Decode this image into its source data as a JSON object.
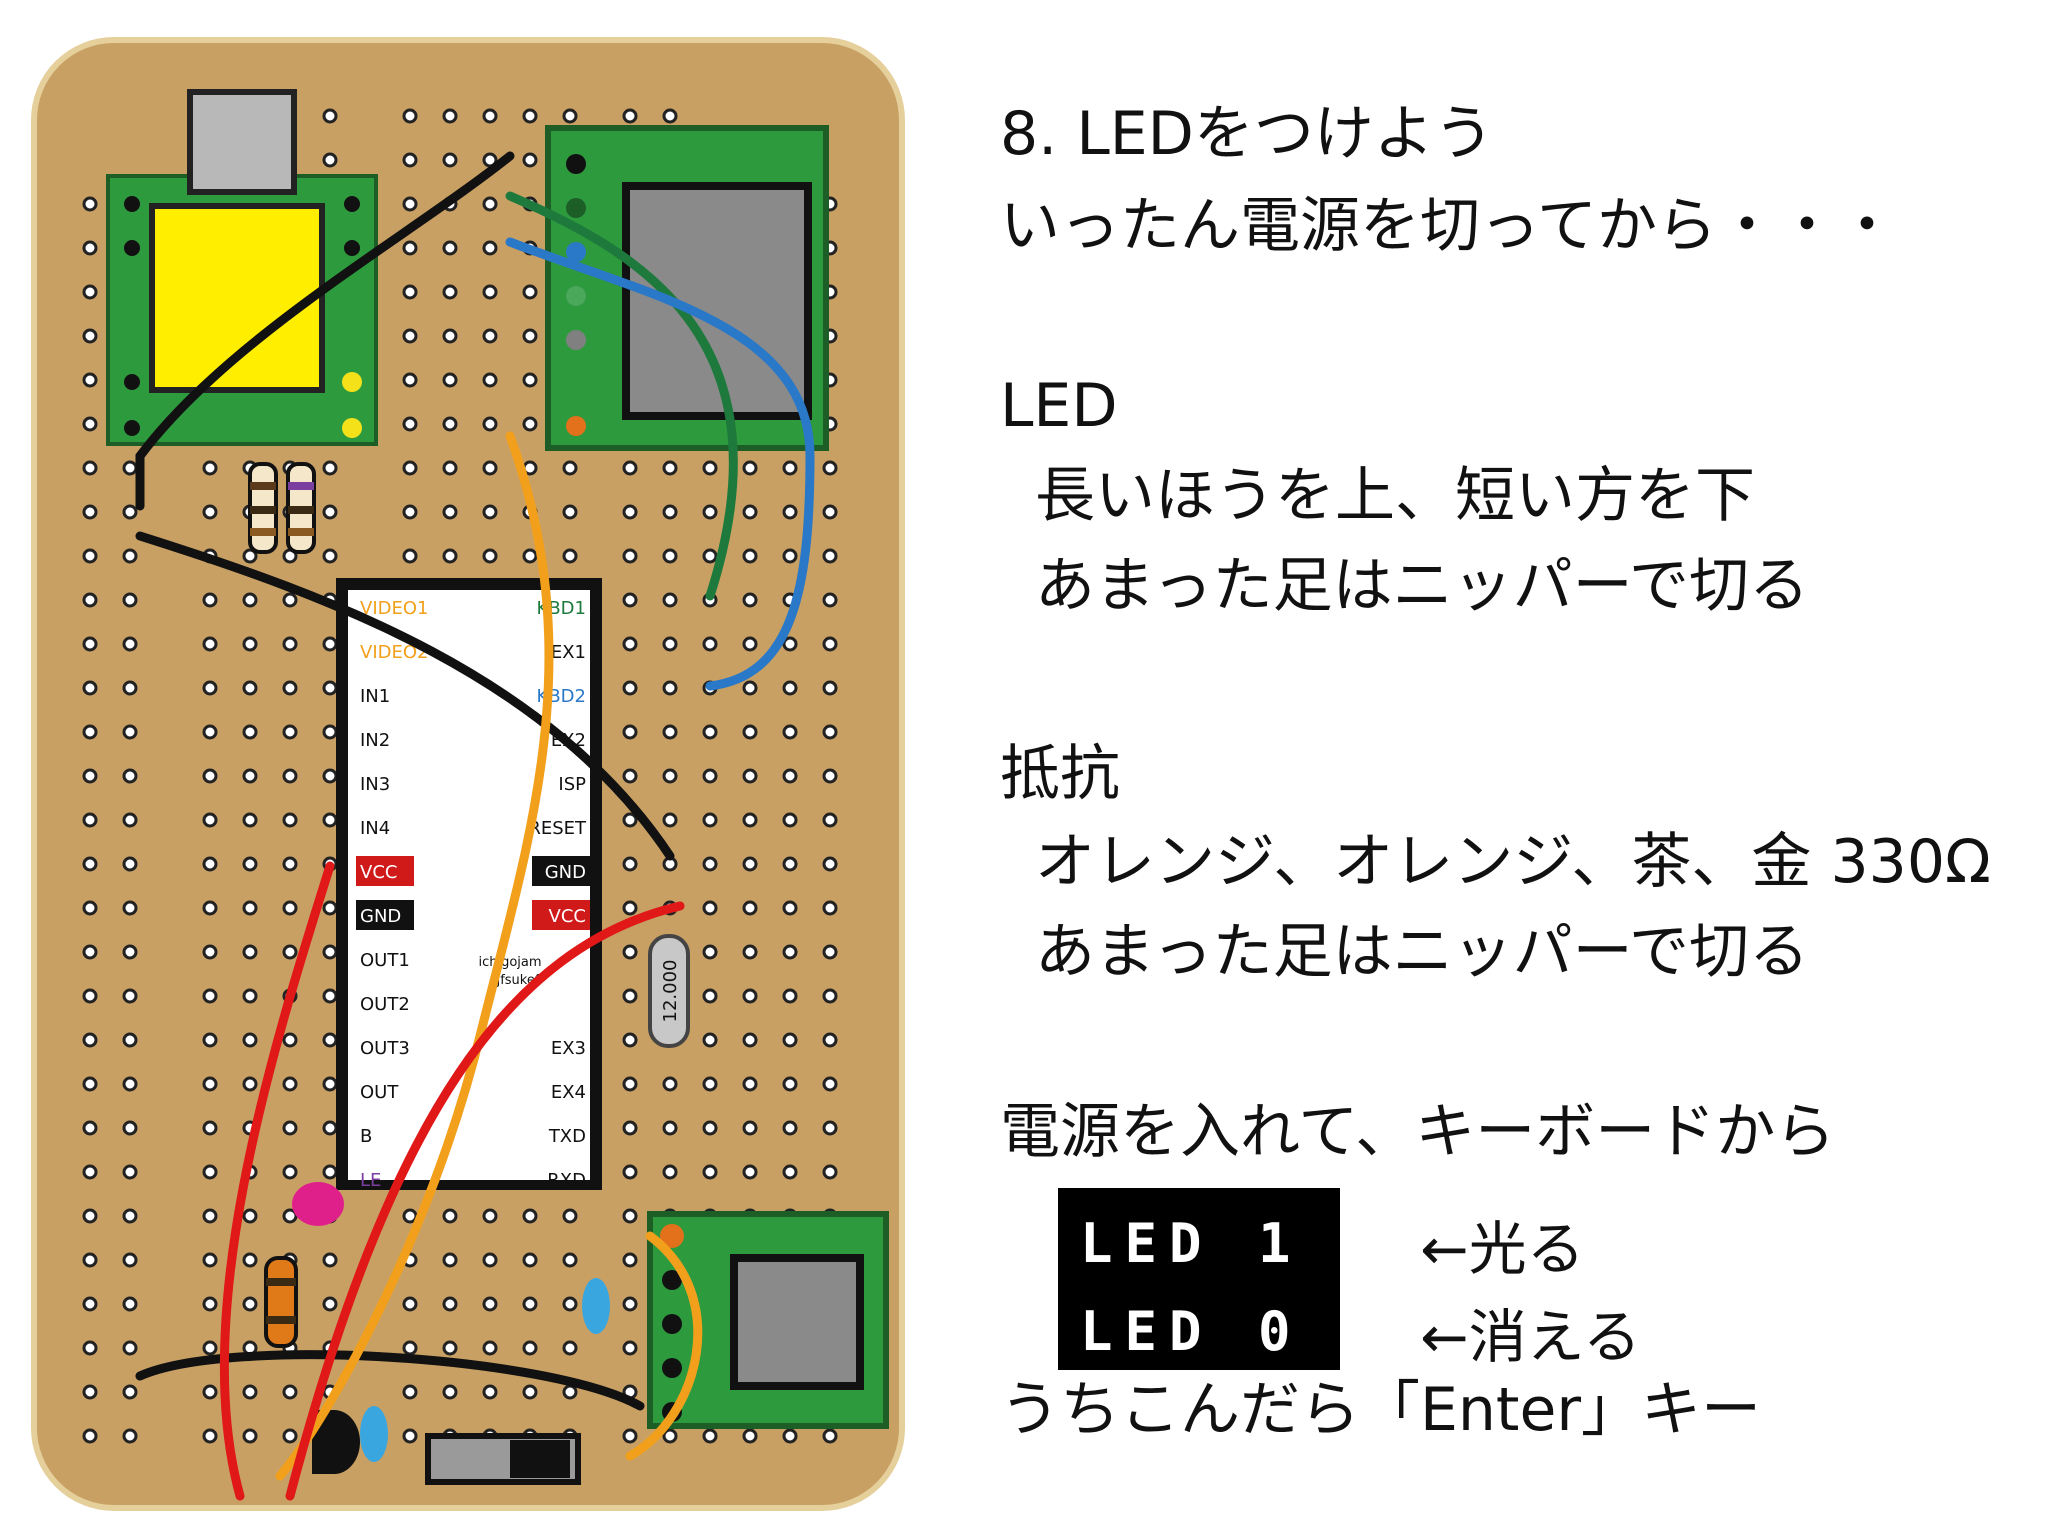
{
  "heading": "8. LEDをつけよう",
  "subheading": "いったん電源を切ってから・・・",
  "led_section": {
    "title": "LED",
    "line1": "長いほうを上、短い方を下",
    "line2": "あまった足はニッパーで切る"
  },
  "resistor_section": {
    "title": "抵抗",
    "line1": "オレンジ、オレンジ、茶、金 330Ω",
    "line2": "あまった足はニッパーで切る"
  },
  "keyboard_section": {
    "title": "電源を入れて、キーボードから",
    "lcd_line1": "LED 1",
    "lcd_line2": "LED 0",
    "note1": "←光る",
    "note2": "←消える",
    "footer": "うちこんだら「Enter」キー"
  },
  "board": {
    "ic_left_pins": [
      "VIDEO1",
      "VIDEO2",
      "IN1",
      "IN2",
      "IN3",
      "IN4",
      "VCC",
      "GND",
      "OUT1",
      "OUT2",
      "OUT3",
      "OUT",
      "B",
      "LE"
    ],
    "ic_right_pins": [
      "KBD1",
      "EX1",
      "KBD2",
      "EX2",
      "ISP",
      "RESET",
      "GND",
      "VCC",
      "",
      "",
      "EX3",
      "EX4",
      "TXD",
      "RXD"
    ],
    "ic_credit_1": "ichigojam",
    "ic_credit_2": "jfsukef",
    "crystal_label": "12.000",
    "colors": {
      "board": "#c8a064",
      "pcb": "#2e9a3e",
      "wire_black": "#111111",
      "wire_green": "#1e7a3c",
      "wire_blue": "#2a78c8",
      "wire_orange": "#f2a01c",
      "wire_red": "#e01818"
    }
  }
}
